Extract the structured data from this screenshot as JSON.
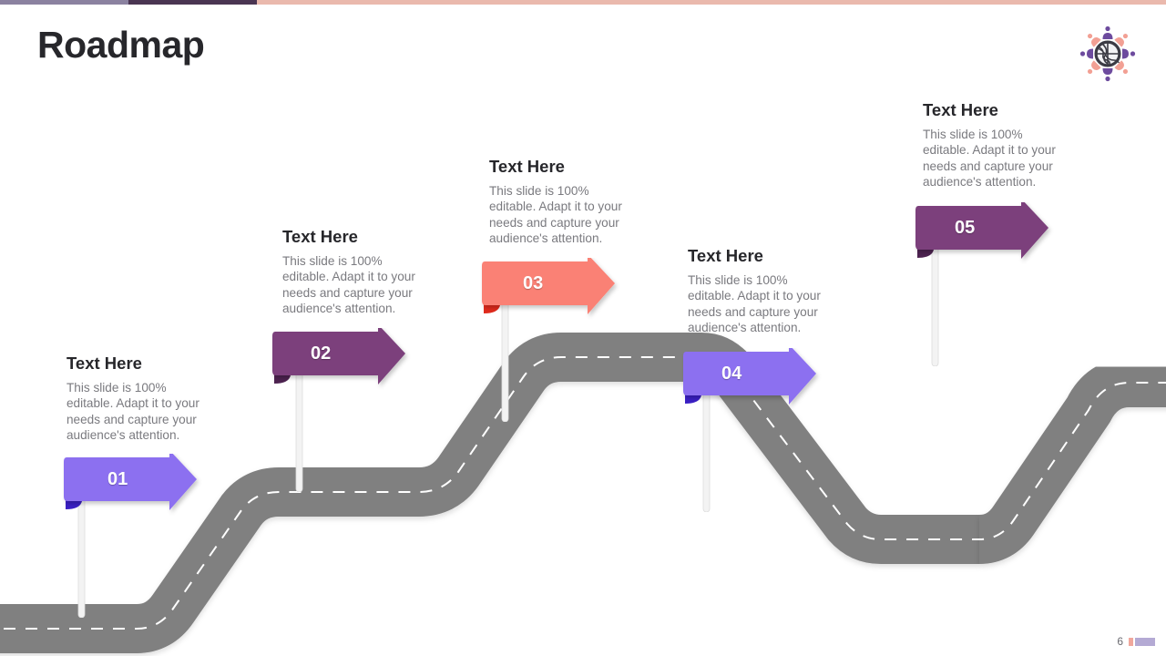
{
  "slide": {
    "title": "Roadmap",
    "page_number": "6",
    "background_color": "#ffffff"
  },
  "topbar": {
    "segments": [
      {
        "name": "segment-muted-purple",
        "color": "#8b82a0"
      },
      {
        "name": "segment-dark-purple",
        "color": "#4a3552"
      },
      {
        "name": "segment-salmon",
        "color": "#eab9ad"
      }
    ]
  },
  "logo": {
    "icon": "globe-people-logo",
    "globe_color": "#3b3b44",
    "person_colors": [
      "#6d4b9e",
      "#f2a094"
    ]
  },
  "road": {
    "color": "#808080",
    "centerline_color": "#ffffff",
    "centerline_style": "dashed"
  },
  "milestones": [
    {
      "number": "01",
      "title": "Text Here",
      "body": "This slide is 100% editable. Adapt it to your needs and capture your audience's attention.",
      "flag_color": "#8c6ff0",
      "fold_color": "#3a1fc4"
    },
    {
      "number": "02",
      "title": "Text Here",
      "body": "This slide is 100% editable. Adapt it to your needs and capture your audience's attention.",
      "flag_color": "#7b3f7b",
      "fold_color": "#4d2250"
    },
    {
      "number": "03",
      "title": "Text Here",
      "body": "This slide is 100% editable. Adapt it to your needs and capture your audience's attention.",
      "flag_color": "#fa8175",
      "fold_color": "#e02a1c"
    },
    {
      "number": "04",
      "title": "Text Here",
      "body": "This slide is 100% editable. Adapt it to your needs and capture your audience's attention.",
      "flag_color": "#8c6ff0",
      "fold_color": "#3a1fc4"
    },
    {
      "number": "05",
      "title": "Text Here",
      "body": "This slide is 100% editable. Adapt it to your needs and capture your audience's attention.",
      "flag_color": "#7b3f7b",
      "fold_color": "#4d2250"
    }
  ],
  "footer": {
    "page_number": "6",
    "accent_colors": [
      "#f0a79c",
      "#b4aad4"
    ]
  }
}
